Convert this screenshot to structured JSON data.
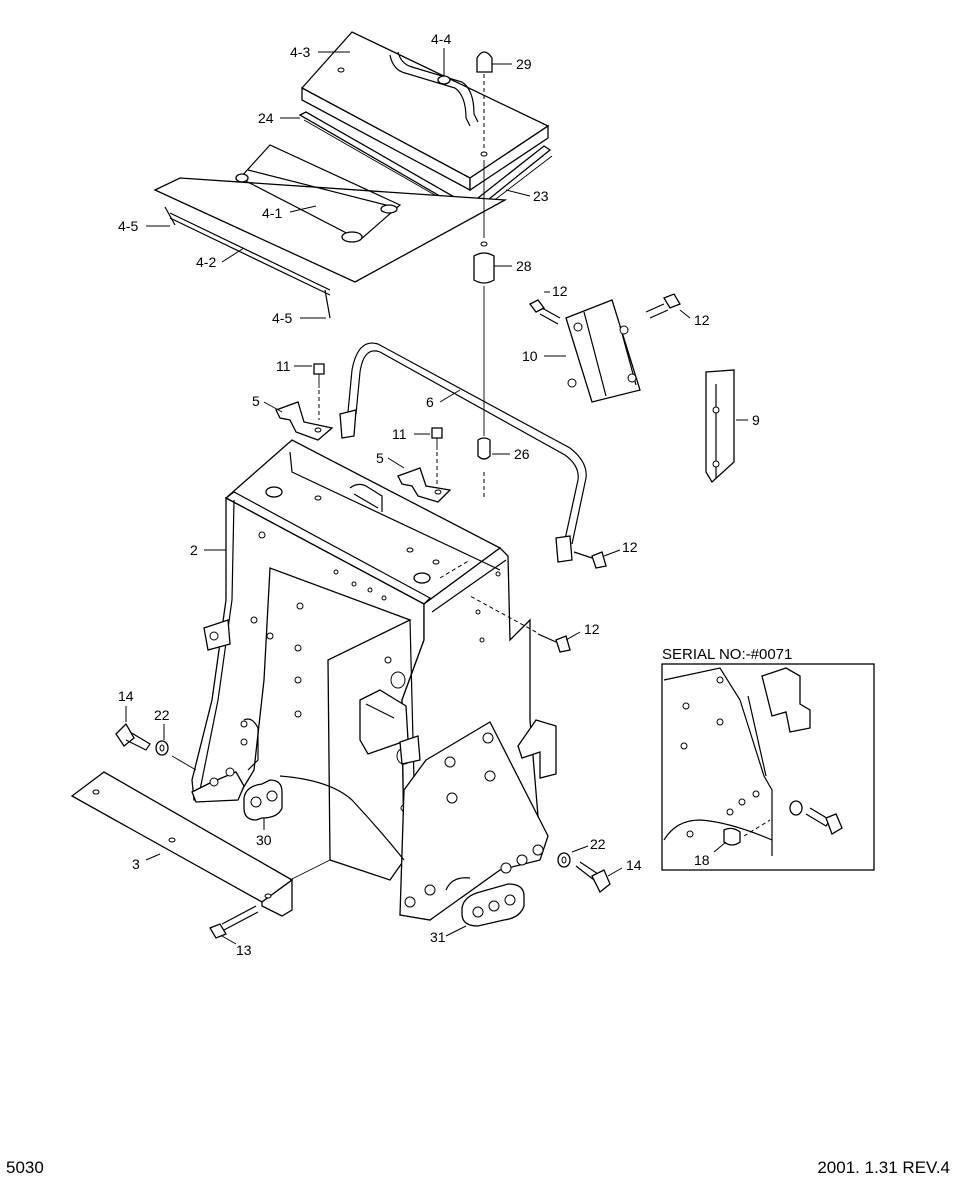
{
  "page_number": "5030",
  "revision_date": "2001. 1.31 REV.4",
  "inset": {
    "title": "SERIAL NO:-#0071"
  },
  "callouts": {
    "c4_3": "4-3",
    "c4_4": "4-4",
    "c29": "29",
    "c24": "24",
    "c23": "23",
    "c4_1": "4-1",
    "c4_5a": "4-5",
    "c4_2": "4-2",
    "c28": "28",
    "c4_5b": "4-5",
    "c12a": "12",
    "c12b": "12",
    "c10": "10",
    "c11a": "11",
    "c5a": "5",
    "c6": "6",
    "c9": "9",
    "c11b": "11",
    "c5b": "5",
    "c26": "26",
    "c2": "2",
    "c12c": "12",
    "c12d": "12",
    "c14a": "14",
    "c22a": "22",
    "c30": "30",
    "c3": "3",
    "c22b": "22",
    "c14b": "14",
    "c13": "13",
    "c31": "31",
    "c18": "18"
  }
}
